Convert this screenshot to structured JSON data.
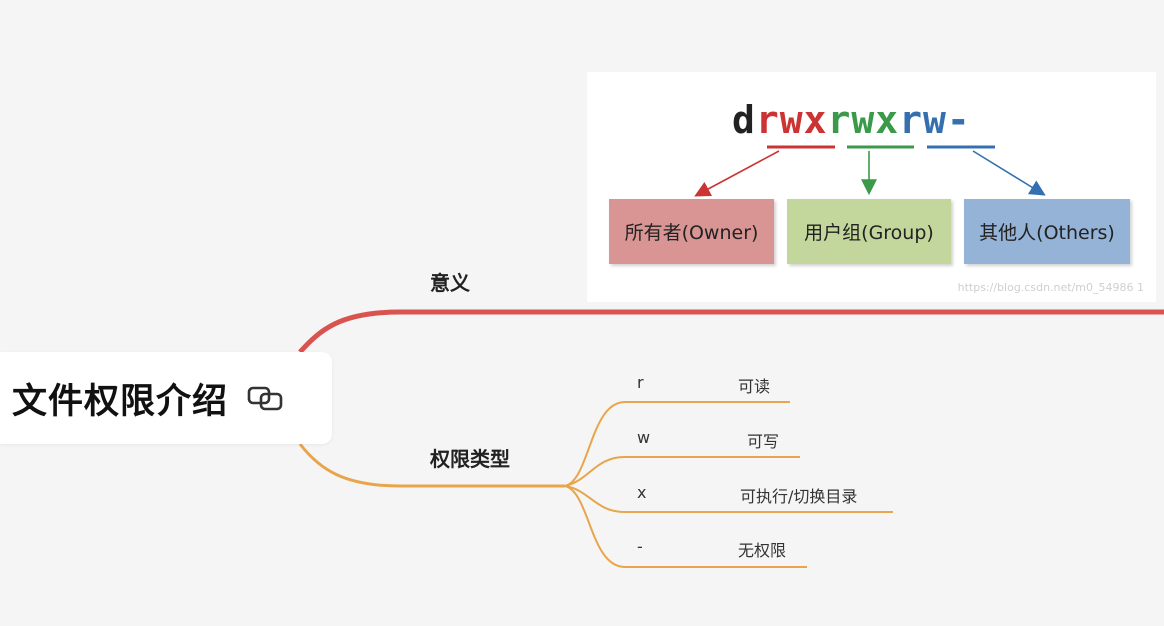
{
  "root": {
    "title": "文件权限介绍"
  },
  "branches": {
    "meaning": {
      "label": "意义",
      "color": "#d9534f"
    },
    "types": {
      "label": "权限类型",
      "color": "#e8a54b"
    }
  },
  "permissions": [
    {
      "key": "r",
      "desc": "可读"
    },
    {
      "key": "w",
      "desc": "可写"
    },
    {
      "key": "x",
      "desc": "可执行/切换目录"
    },
    {
      "key": "-",
      "desc": "无权限"
    }
  ],
  "image": {
    "perm_prefix": "d",
    "owner_bits": "rwx",
    "group_bits": "rwx",
    "others_bits": "rw-",
    "owner_label": "所有者(Owner)",
    "group_label": "用户组(Group)",
    "others_label": "其他人(Others)",
    "owner_color": "#cc3333",
    "group_color": "#3a9a4a",
    "others_color": "#3470b0",
    "owner_box_color": "#d99594",
    "group_box_color": "#c3d69b",
    "others_box_color": "#95b3d7",
    "watermark": "https://blog.csdn.net/m0_54986 1"
  }
}
